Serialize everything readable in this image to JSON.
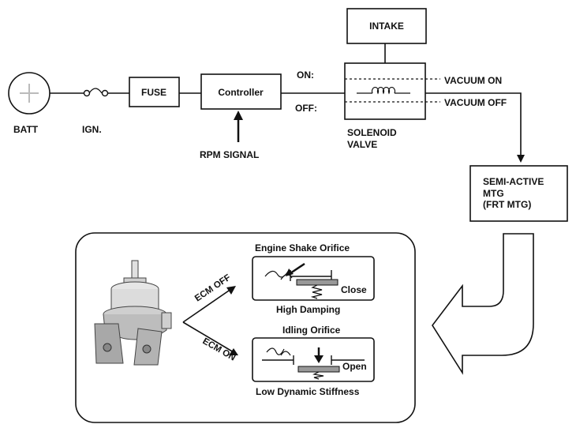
{
  "labels": {
    "batt": "BATT",
    "ign": "IGN.",
    "fuse": "FUSE",
    "controller": "Controller",
    "rpm_signal": "RPM SIGNAL",
    "on": "ON:",
    "off": "OFF:",
    "intake": "INTAKE",
    "solenoid_line1": "SOLENOID",
    "solenoid_line2": "VALVE",
    "vacuum_on": "VACUUM ON",
    "vacuum_off": "VACUUM OFF",
    "mtg_line1": "SEMI-ACTIVE",
    "mtg_line2": "MTG",
    "mtg_line3": "(FRT MTG)",
    "ecm_off": "ECM OFF",
    "ecm_on": "ECM ON",
    "engine_shake_orifice": "Engine Shake Orifice",
    "close": "Close",
    "high_damping": "High Damping",
    "idling_orifice": "Idling Orifice",
    "open": "Open",
    "low_dynamic_stiffness": "Low Dynamic Stiffness"
  }
}
